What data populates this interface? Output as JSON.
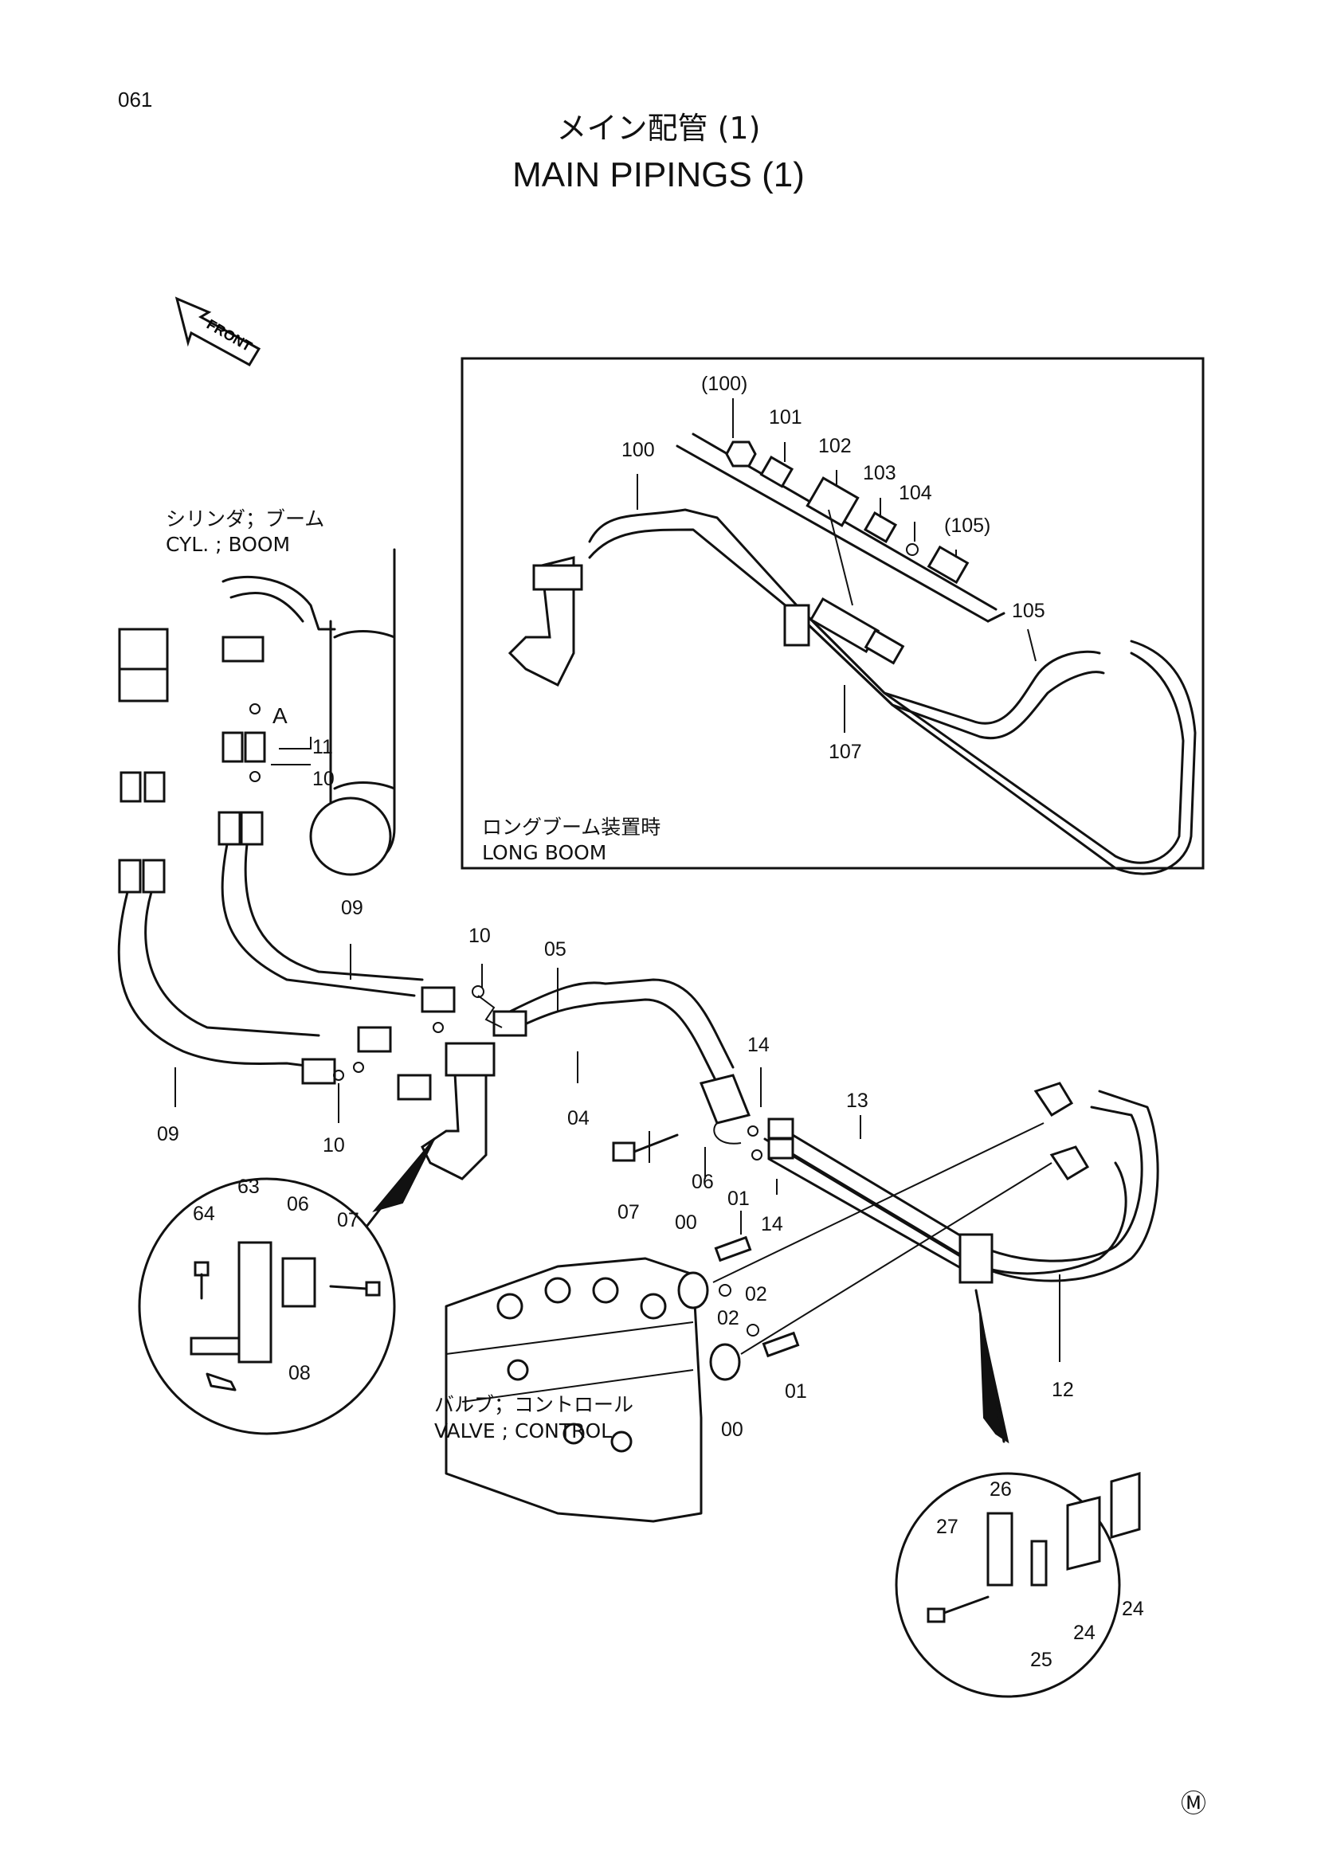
{
  "page_number": "061",
  "title_jp": "メイン配管 (1)",
  "title_en": "MAIN PIPINGS (1)",
  "front_label": "FRONT",
  "captions": {
    "cyl_boom_jp": "シリンダ；ブーム",
    "cyl_boom_en": "CYL. ; BOOM",
    "long_boom_jp": "ロングブーム装置時",
    "long_boom_en": "LONG BOOM",
    "valve_jp": "バルブ；コントロール",
    "valve_en": "VALVE ; CONTROL"
  },
  "detail_marker": "A",
  "mark": "Ⓜ",
  "part_labels": {
    "p100a": "(100)",
    "p101": "101",
    "p102": "102",
    "p103": "103",
    "p104": "104",
    "p105a": "(105)",
    "p100": "100",
    "p105": "105",
    "p107": "107",
    "p11": "11",
    "p10a": "10",
    "p09a": "09",
    "p10b": "10",
    "p05": "05",
    "p04": "04",
    "p09b": "09",
    "p10c": "10",
    "p14a": "14",
    "p13": "13",
    "p07a": "07",
    "p06a": "06",
    "p01a": "01",
    "p14b": "14",
    "p00a": "00",
    "p02a": "02",
    "p02b": "02",
    "p01b": "01",
    "p00b": "00",
    "p12": "12",
    "p63": "63",
    "p64": "64",
    "p06b": "06",
    "p07b": "07",
    "p08": "08",
    "p26": "26",
    "p27": "27",
    "p24a": "24",
    "p24b": "24",
    "p25": "25"
  }
}
